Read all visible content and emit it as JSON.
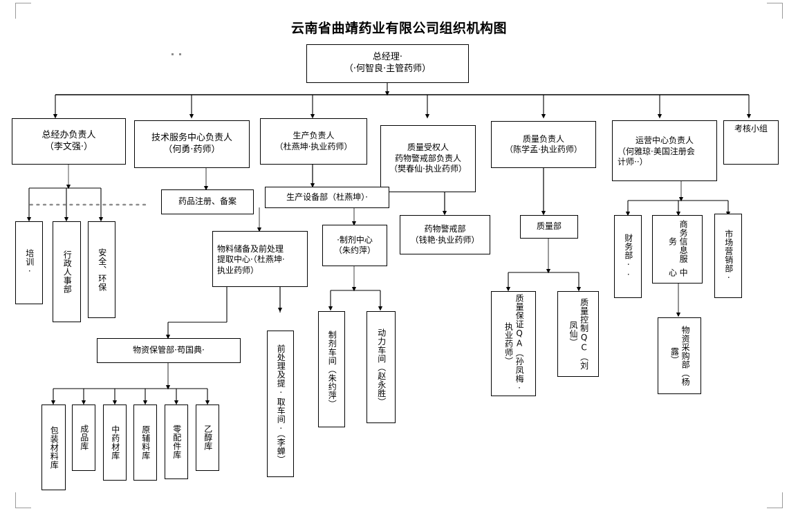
{
  "document": {
    "title": "云南省曲靖药业有限公司组织机构图"
  },
  "nodes": {
    "gm": "总经理\n（·何智良·主管药师）",
    "gm_line1": "总经理·",
    "gm_line2": "（·何智良·主管药师）",
    "level2": [
      {
        "id": "ga-office",
        "line1": "总经办负责人",
        "line2": "（李文强·）"
      },
      {
        "id": "tech-svc",
        "line1": "技术服务中心负责人",
        "line2": "（何勇·药师）"
      },
      {
        "id": "production",
        "line1": "生产负责人",
        "line2": "（杜燕坤·执业药师）"
      },
      {
        "id": "qa-person",
        "line1": "质量受权人",
        "line2": "药物警戒部负责人",
        "line3": "（樊春仙·执业药师）"
      },
      {
        "id": "quality",
        "line1": "质量负责人",
        "line2": "（陈学孟·执业药师）"
      },
      {
        "id": "operations",
        "line1": "运营中心负责人",
        "line2": "（何雅琼·美国注册会",
        "line3": "计师··）"
      },
      {
        "id": "assessment",
        "line1": "考核小组",
        "line2": ""
      }
    ],
    "training": "培训·",
    "hr_admin": "行政人事部",
    "safety_env": "安全、环保",
    "drug_registration": "药品注册、备案",
    "prod_equipment": "生产设备部（杜燕坤）·",
    "material_center_l1": "物料储备及前处理",
    "material_center_l2": "提取中心·（杜燕坤·",
    "material_center_l3": "执业药师）",
    "prep_center_l1": "·制剂中心",
    "prep_center_l2": "（朱约萍）",
    "pharmacovigilance_l1": "药物警戒部",
    "pharmacovigilance_l2": "（钱艳·执业药师）",
    "quality_dept": "质量部",
    "qa_unit": "质量保证QA（孙凤梅·执业药师）",
    "qc_unit": "质量控制QC（刘凤仙）",
    "finance_dept": "财务部··",
    "business_info_col1": "商务信息服务",
    "business_info_col2": "中心",
    "marketing_dept": "市场营销部·",
    "procurement_dept": "物资采购部（杨露）",
    "materials_custody": "物资保管部·苟国典·",
    "warehouses": [
      "包装材料库",
      "成品库",
      "中药材库",
      "原辅料库",
      "零配件库",
      "乙醇库"
    ],
    "pretreat_workshop": "前处理及提·取车间·（李蝉）",
    "prep_workshop": "制剂车间（朱约萍）",
    "power_workshop": "动力车间（赵永胜）"
  },
  "colors": {
    "line": "#000000",
    "line_gray": "#7f7f7f",
    "dotted": "#8c8c8c",
    "box_border": "#000000",
    "background": "#ffffff",
    "text": "#000000"
  }
}
